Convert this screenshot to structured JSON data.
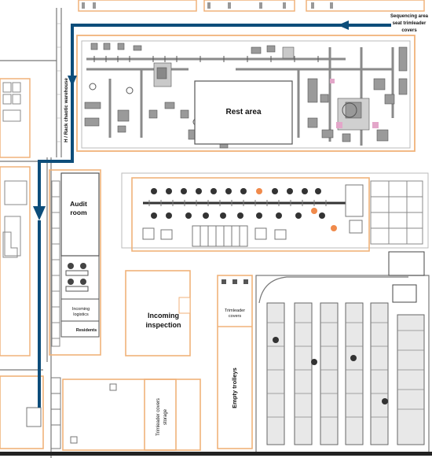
{
  "labels": {
    "sequencing": [
      "Sequencing area",
      "seat trimleader",
      "covers"
    ],
    "warehouse": "H / Rack chaotic warehouse",
    "rest_area": "Rest area",
    "audit_room": [
      "Audit",
      "room"
    ],
    "incoming_logistics": [
      "Incoming",
      "logistics"
    ],
    "residents": "Residents",
    "incoming_inspection": [
      "Incoming",
      "inspection"
    ],
    "trimleader_covers": [
      "Trimleader",
      "covers"
    ],
    "empty_trolleys": "Empty trolleys",
    "trimleader_covers_storage": [
      "Trimleader covers",
      "storage"
    ]
  },
  "colors": {
    "flow_arrow": "#0d4d7a",
    "zone_outline": "#f0b27a",
    "equipment": "#8a8a8a",
    "wall": "#777777",
    "highlight_dot": "#f08a4b",
    "highlight_pink": "#e3a6c9"
  }
}
